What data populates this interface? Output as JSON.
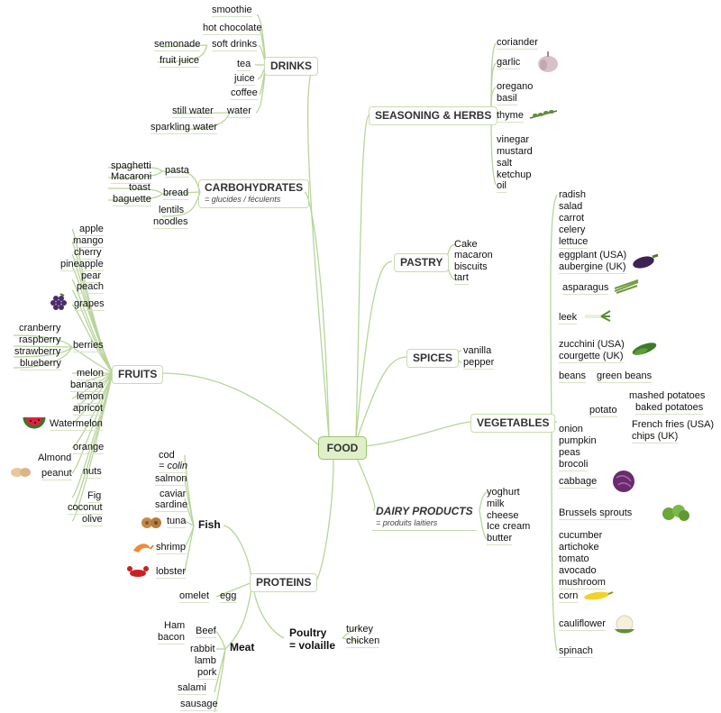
{
  "central": "FOOD",
  "drinks": {
    "title": "DRINKS",
    "items": [
      "smoothie",
      "hot chocolate",
      "soft drinks",
      "semonade",
      "fruit juice",
      "tea",
      "juice",
      "coffee",
      "water",
      "still water",
      "sparkling water"
    ]
  },
  "carbs": {
    "title": "CARBOHYDRATES",
    "subtitle": "= glucides / féculents",
    "items": [
      "pasta",
      "spaghetti",
      "Macaroni",
      "bread",
      "toast",
      "baguette",
      "lentils",
      "noodles"
    ]
  },
  "fruits": {
    "title": "FRUITS",
    "items": [
      "apple",
      "mango",
      "cherry",
      "pineapple",
      "pear",
      "peach",
      "grapes",
      "berries",
      "cranberry",
      "raspberry",
      "strawberry",
      "blueberry",
      "melon",
      "banana",
      "lemon",
      "apricot",
      "Watermelon",
      "orange",
      "Almond",
      "nuts",
      "peanut",
      "Fig",
      "coconut",
      "olive"
    ]
  },
  "proteins": {
    "title": "PROTEINS",
    "fish": [
      "Fish",
      "cod",
      "= colin",
      "salmon",
      "caviar",
      "sardine",
      "tuna",
      "shrimp",
      "lobster"
    ],
    "egg": [
      "egg",
      "omelet"
    ],
    "meat": [
      "Meat",
      "Beef",
      "Ham",
      "bacon",
      "rabbit",
      "lamb",
      "pork",
      "salami",
      "sausage"
    ],
    "poultry": [
      "Poultry",
      "= volaille",
      "turkey",
      "chicken"
    ]
  },
  "seasoning": {
    "title": "SEASONING & HERBS",
    "items": [
      "coriander",
      "garlic",
      "oregano",
      "basil",
      "thyme",
      "vinegar",
      "mustard",
      "salt",
      "ketchup",
      "oil"
    ]
  },
  "pastry": {
    "title": "PASTRY",
    "items": [
      "Cake",
      "macaron",
      "biscuits",
      "tart"
    ]
  },
  "spices": {
    "title": "SPICES",
    "items": [
      "vanilla",
      "pepper"
    ]
  },
  "dairy": {
    "title": "DAIRY PRODUCTS",
    "subtitle": "= produits laitiers",
    "items": [
      "yoghurt",
      "milk",
      "cheese",
      "Ice cream",
      "butter"
    ]
  },
  "vegetables": {
    "title": "VEGETABLES",
    "items": [
      "radish",
      "salad",
      "carrot",
      "celery",
      "lettuce",
      "eggplant (USA)",
      "aubergine (UK)",
      "asparagus",
      "leek",
      "zucchini (USA)",
      "courgette (UK)",
      "beans",
      "green beans",
      "potato",
      "mashed potatoes",
      "baked potatoes",
      "French fries (USA)",
      "chips (UK)",
      "onion",
      "pumpkin",
      "peas",
      "brocoli",
      "cabbage",
      "Brussels sprouts",
      "cucumber",
      "artichoke",
      "tomato",
      "avocado",
      "mushroom",
      "corn",
      "cauliflower",
      "spinach"
    ]
  },
  "colors": {
    "link": "#b9d49a",
    "central_bg": "#dff0c8"
  }
}
